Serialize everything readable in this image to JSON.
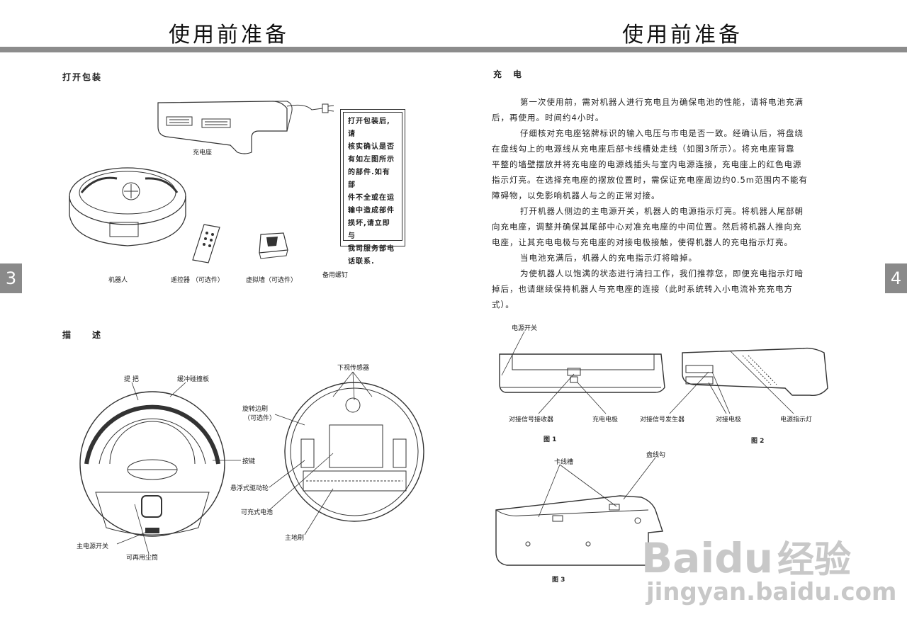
{
  "header": {
    "left_title": "使用前准备",
    "right_title": "使用前准备"
  },
  "page_numbers": {
    "left": "3",
    "right": "4"
  },
  "left": {
    "unpack_title": "打开包装",
    "unpack_labels": {
      "dock": "充电座",
      "robot": "机器人",
      "remote": "遥控器 （可选件）",
      "virtual_wall": "虚拟墙（可选件）",
      "screws": "备用螺钉"
    },
    "notice_lines": [
      "打开包装后,请",
      "核实确认是否",
      "有如左图所示",
      "的部件.如有部",
      "件不全或在运",
      "输中造成部件",
      "损坏,请立即与",
      "我司服务部电",
      "话联系."
    ],
    "describe_title": "描　　述",
    "describe_labels": {
      "handle": "提 把",
      "bumper": "缓冲碰撞板",
      "cliff_sensor": "下视传感器",
      "side_brush": "旋转边刷",
      "side_brush_opt": "（可选件）",
      "button": "按键",
      "wheel": "悬浮式驱动轮",
      "battery": "可充式电池",
      "main_brush": "主地刷",
      "power_switch": "主电源开关",
      "dustbin": "可再用尘筒"
    }
  },
  "right": {
    "charge_title": "充　电",
    "paragraphs": [
      [
        "第一次使用前，需对机器人进行充电且为确保电池的性能，请将电池充满",
        "后，再使用。时间约4小时。"
      ],
      [
        "仔细核对充电座铭牌标识的输入电压与市电是否一致。经确认后，将盘绕",
        "在盘线勾上的电源线从充电座后部卡线槽处走线（如图3所示）。将充电座背靠",
        "平整的墙壁摆放并将充电座的电源线插头与室内电源连接，充电座上的红色电源",
        "指示灯亮。在选择充电座的摆放位置时，需保证充电座周边约0.5m范围内不能有",
        "障碍物，以免影响机器人与之的正常对接。"
      ],
      [
        "打开机器人侧边的主电源开关，机器人的电源指示灯亮。将机器人尾部朝",
        "向充电座，调整并确保其尾部中心对准充电座的中间位置。然后将机器人推向充",
        "电座，让其充电电极与充电座的对接电极接触，使得机器人的充电指示灯亮。"
      ],
      [
        "当电池充满后，机器人的充电指示灯将暗掉。"
      ],
      [
        "为使机器人以饱满的状态进行清扫工作，我们推荐您，即便充电指示灯暗",
        "掉后，也请继续保持机器人与充电座的连接（此时系统转入小电流补充充电方",
        "式）。"
      ]
    ],
    "fig_labels": {
      "power_switch": "电源开关",
      "signal_receiver": "对接信号接收器",
      "charge_electrode": "充电电极",
      "signal_emitter": "对接信号发生器",
      "dock_electrode": "对接电极",
      "power_indicator": "电源指示灯",
      "cable_slot": "卡线槽",
      "cord_hook": "盘线勾"
    },
    "fig_captions": {
      "fig1": "图 1",
      "fig2": "图 2",
      "fig3": "图 3"
    }
  },
  "watermark": {
    "brand": "Bai",
    "brand2": "du",
    "cn": "经验",
    "url": "jingyan.baidu.com"
  }
}
